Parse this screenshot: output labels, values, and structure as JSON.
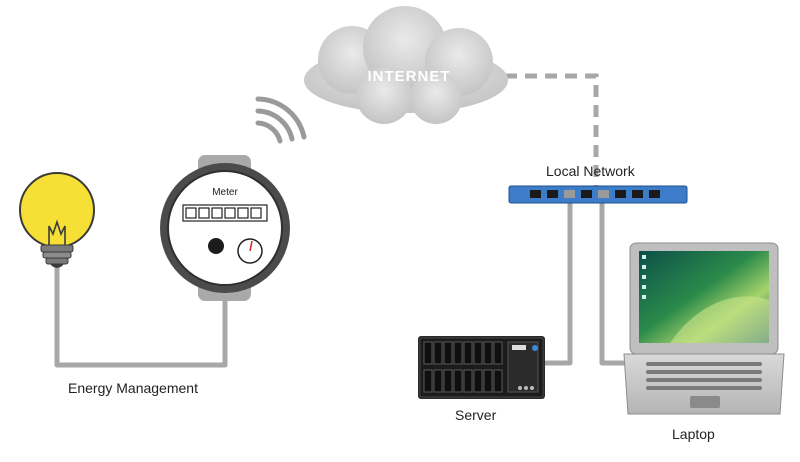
{
  "cloud": {
    "label": "INTERNET"
  },
  "meter": {
    "label": "Meter"
  },
  "labels": {
    "energy_management": "Energy Management",
    "local_network": "Local Network",
    "server": "Server",
    "laptop": "Laptop"
  }
}
